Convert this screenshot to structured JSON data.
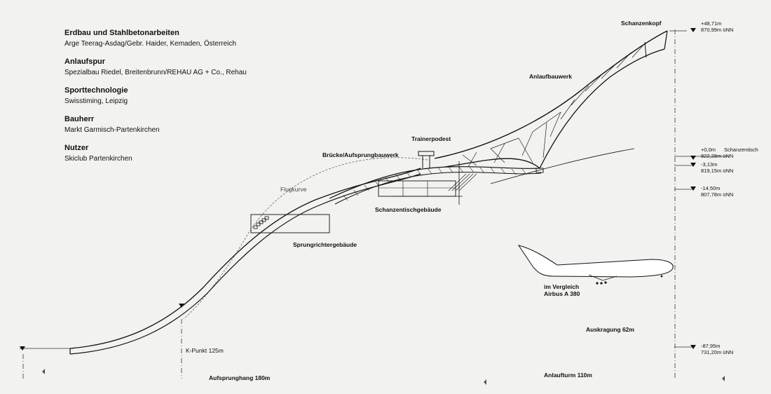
{
  "credits": [
    {
      "heading": "Erdbau und Stahlbetonarbeiten",
      "text": "Arge Teerag-Asdag/Gebr. Haider, Kemaden, Österreich"
    },
    {
      "heading": "Anlaufspur",
      "text": "Spezialbau Riedel, Breitenbrunn/REHAU AG + Co., Rehau"
    },
    {
      "heading": "Sporttechnologie",
      "text": "Swisstiming, Leipzig"
    },
    {
      "heading": "Bauherr",
      "text": "Markt Garmisch-Partenkirchen"
    },
    {
      "heading": "Nutzer",
      "text": "Skiclub Partenkirchen"
    }
  ],
  "labels": {
    "schanzenkopf": "Schanzenkopf",
    "anlaufbauwerk": "Anlaufbauwerk",
    "trainerpodest": "Trainerpodest",
    "bruecke": "Brücke/Aufsprungbauwerk",
    "flugkurve": "Flugkurve",
    "schanzentischgebaeude": "Schanzentischgebäude",
    "sprungrichtergebaeude": "Sprungrichtergebäude",
    "vergleich_line1": "im Vergleich",
    "vergleich_line2": "Airbus A 380",
    "auskragung": "Auskragung 62m",
    "k_punkt": "K-Punkt 125m",
    "aufsprunghang": "Aufsprunghang 180m",
    "anlaufturm": "Anlaufturm 110m",
    "schanzentisch": "Schanzentisch"
  },
  "elevations": [
    {
      "rel": "+48,71m",
      "abs": "870,99m üNN"
    },
    {
      "rel": "+0,0m",
      "abs": "822,28m üNN"
    },
    {
      "rel": "-3,13m",
      "abs": "819,15m üNN"
    },
    {
      "rel": "-14,50m",
      "abs": "807,78m üNN"
    },
    {
      "rel": "-87,95m",
      "abs": "731,20m üNN"
    }
  ],
  "colors": {
    "background": "#f2f2f0",
    "ink": "#111111",
    "guide": "#888888"
  }
}
